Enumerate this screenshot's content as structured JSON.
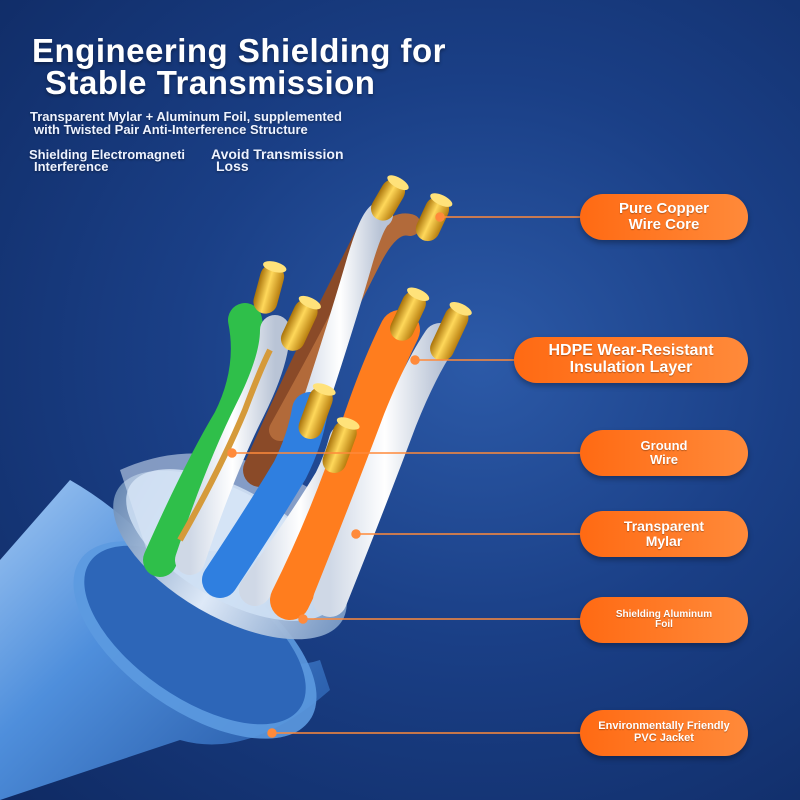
{
  "heading": {
    "line1": "Engineering Shielding for",
    "line2": "Stable Transmission"
  },
  "subheading": {
    "line1": "Transparent Mylar + Aluminum Foil, supplemented",
    "line2": "with Twisted Pair Anti-Interference Structure"
  },
  "features": [
    {
      "line1": "Shielding Electromagneti",
      "line2": "Interference"
    },
    {
      "line1": "Avoid Transmission",
      "line2": "Loss"
    }
  ],
  "callouts": [
    {
      "line1": "Pure Copper",
      "line2": "Wire Core"
    },
    {
      "line1": "HDPE Wear-Resistant",
      "line2": "Insulation Layer"
    },
    {
      "line1": "Ground",
      "line2": "Wire"
    },
    {
      "line1": "Transparent",
      "line2": "Mylar"
    },
    {
      "line1": "Shielding Aluminum",
      "line2": "Foil"
    },
    {
      "line1": "Environmentally Friendly",
      "line2": "PVC Jacket"
    }
  ],
  "colors": {
    "background": "#1a3f86",
    "callout": "#ff7a26",
    "pair_orange": "#ff7d1e",
    "pair_blue": "#2f7fe0",
    "pair_green": "#2fbf4a",
    "pair_brown": "#8a4a28",
    "copper": "#e8b21c"
  }
}
